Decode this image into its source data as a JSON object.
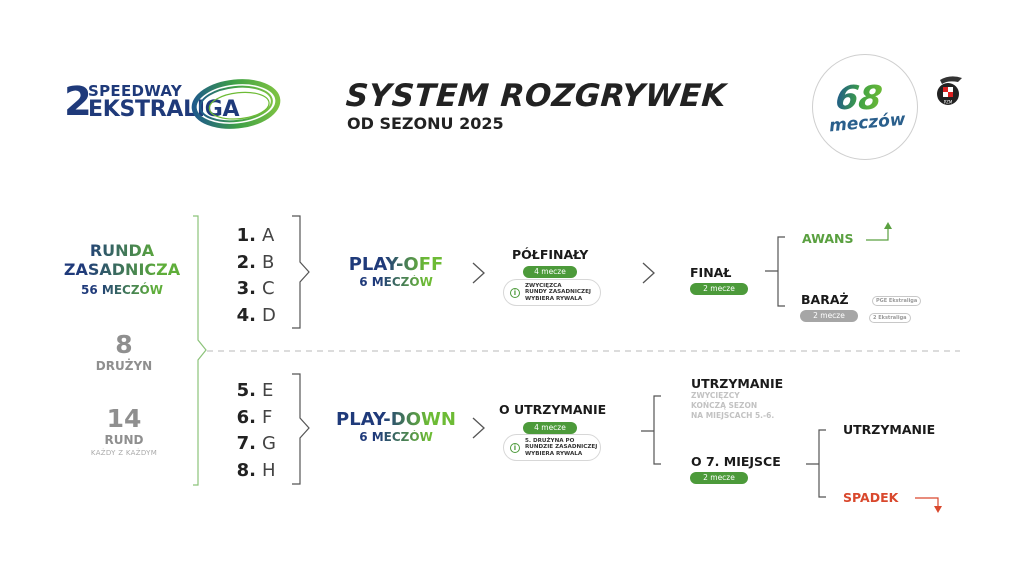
{
  "header": {
    "logo": {
      "digit": "2",
      "top_text": "SPEEDWAY",
      "bottom_text": "EKSTRALIGA",
      "icon": "track-swoosh-icon"
    },
    "title": "SYSTEM ROZGRYWEK",
    "subtitle": "OD SEZONU 2025",
    "total_badge": {
      "number": "68",
      "label": "meczów"
    },
    "federation_logo": {
      "icon": "pzm-logo-icon",
      "text": "PZM"
    }
  },
  "left_column": {
    "regular_season": {
      "line1": "RUNDA",
      "line2": "ZASADNICZA",
      "line3": "56 MECZÓW"
    },
    "teams_stat": {
      "number": "8",
      "label": "DRUŻYN"
    },
    "rounds_stat": {
      "number": "14",
      "label": "RUND",
      "sub": "KAŻDY Z KAŻDYM"
    }
  },
  "teams_top": [
    {
      "rank": "1.",
      "name": "A"
    },
    {
      "rank": "2.",
      "name": "B"
    },
    {
      "rank": "3.",
      "name": "C"
    },
    {
      "rank": "4.",
      "name": "D"
    }
  ],
  "teams_bottom": [
    {
      "rank": "5.",
      "name": "E"
    },
    {
      "rank": "6.",
      "name": "F"
    },
    {
      "rank": "7.",
      "name": "G"
    },
    {
      "rank": "8.",
      "name": "H"
    }
  ],
  "playoff": {
    "title": "PLAY-OFF",
    "matches": "6 MECZÓW",
    "semifinal": {
      "title": "PÓŁFINAŁY",
      "pill": "4 mecze",
      "info": [
        "ZWYCIĘZCA",
        "RUNDY ZASADNICZEJ",
        "WYBIERA RYWALA"
      ]
    },
    "final": {
      "title": "FINAŁ",
      "pill": "2 mecze"
    },
    "promotion": {
      "label": "AWANS",
      "icon": "arrow-up-icon",
      "color": "#5aa040"
    },
    "barrage": {
      "title": "BARAŻ",
      "pill": "2 mecze",
      "logos": [
        "PGE Ekstraliga",
        "2 Ekstraliga"
      ]
    }
  },
  "playdown": {
    "title": "PLAY-DOWN",
    "matches": "6 MECZÓW",
    "relegation_round": {
      "title": "O UTRZYMANIE",
      "pill": "4 mecze",
      "info": [
        "5. DRUŻYNA PO",
        "RUNDZIE ZASADNICZEJ",
        "WYBIERA RYWALA"
      ]
    },
    "survive": {
      "title": "UTRZYMANIE",
      "note": [
        "ZWYCIĘZCY",
        "KOŃCZĄ SEZON",
        "NA MIEJSCACH 5.-6."
      ]
    },
    "seventh_place": {
      "title": "O 7. MIEJSCE",
      "pill": "2 mecze"
    },
    "survive_final": {
      "label": "UTRZYMANIE"
    },
    "relegation": {
      "label": "SPADEK",
      "icon": "arrow-down-icon",
      "color": "#d9482d"
    }
  },
  "colors": {
    "navy": "#1f3a7a",
    "green": "#4c9a3a",
    "light_green": "#6dbb35",
    "red": "#d9482d",
    "gray": "#8f8f8f"
  }
}
